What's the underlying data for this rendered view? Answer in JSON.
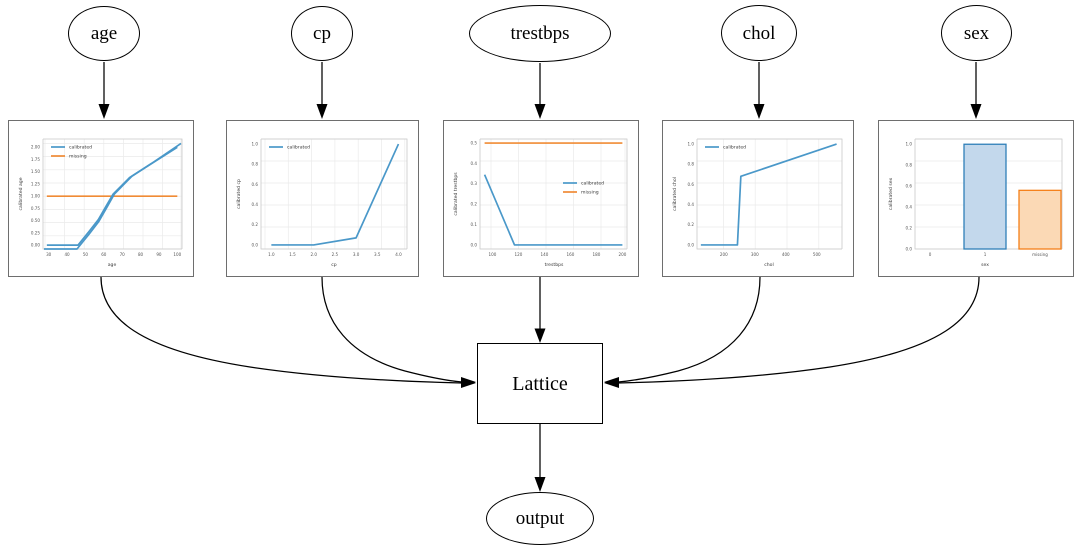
{
  "graph": {
    "input_nodes": [
      {
        "id": "age",
        "label": "age"
      },
      {
        "id": "cp",
        "label": "cp"
      },
      {
        "id": "trestbps",
        "label": "trestbps"
      },
      {
        "id": "chol",
        "label": "chol"
      },
      {
        "id": "sex",
        "label": "sex"
      }
    ],
    "lattice_node": {
      "label": "Lattice"
    },
    "output_node": {
      "label": "output"
    }
  },
  "colors": {
    "calibrated": "#4a98c9",
    "missing": "#f08b35",
    "bar_blue_fill": "#c3d8ec",
    "bar_blue_stroke": "#2f7fb8",
    "bar_orange_fill": "#fbd9b5",
    "bar_orange_stroke": "#f57f18",
    "panel_border": "#6e6e6e",
    "edge": "#000000"
  },
  "chart_data": [
    {
      "id": "age",
      "type": "line",
      "title": "",
      "xlabel": "age",
      "ylabel": "calibrated age",
      "xlim": [
        28,
        102
      ],
      "ylim": [
        -0.08,
        2.08
      ],
      "xticks": [
        30,
        40,
        50,
        60,
        70,
        80,
        90,
        100
      ],
      "yticks": [
        0.0,
        0.25,
        0.5,
        0.75,
        1.0,
        1.25,
        1.5,
        1.75,
        2.0
      ],
      "ytick_labels": [
        "0.00",
        "0.25",
        "0.50",
        "0.75",
        "1.00",
        "1.25",
        "1.50",
        "1.75",
        "2.00"
      ],
      "grid": true,
      "legend_position": "upper left",
      "series": [
        {
          "name": "calibrated",
          "color": "#4a98c9",
          "x": [
            29,
            46,
            52,
            57,
            61,
            65,
            74,
            84,
            100
          ],
          "y": [
            0.0,
            0.0,
            0.28,
            0.52,
            0.78,
            1.04,
            1.38,
            1.62,
            2.0
          ]
        },
        {
          "name": "missing",
          "color": "#f08b35",
          "x": [
            29,
            100
          ],
          "y": [
            1.0,
            1.0
          ]
        }
      ]
    },
    {
      "id": "cp",
      "type": "line",
      "title": "",
      "xlabel": "cp",
      "ylabel": "calibrated cp",
      "xlim": [
        0.85,
        4.15
      ],
      "ylim": [
        -0.04,
        1.05
      ],
      "xticks": [
        1.0,
        1.5,
        2.0,
        2.5,
        3.0,
        3.5,
        4.0
      ],
      "xtick_labels": [
        "1.0",
        "1.5",
        "2.0",
        "2.5",
        "3.0",
        "3.5",
        "4.0"
      ],
      "yticks": [
        0.0,
        0.2,
        0.4,
        0.6,
        0.8,
        1.0
      ],
      "ytick_labels": [
        "0.0",
        "0.2",
        "0.4",
        "0.6",
        "0.8",
        "1.0"
      ],
      "grid": true,
      "legend_position": "upper left",
      "series": [
        {
          "name": "calibrated",
          "color": "#4a98c9",
          "x": [
            1.0,
            2.0,
            3.0,
            4.0
          ],
          "y": [
            0.0,
            0.0,
            0.07,
            1.0
          ]
        }
      ]
    },
    {
      "id": "trestbps",
      "type": "line",
      "title": "",
      "xlabel": "trestbps",
      "ylabel": "calibrated trestbps",
      "xlim": [
        92,
        202
      ],
      "ylim": [
        -0.02,
        0.52
      ],
      "xticks": [
        100,
        120,
        140,
        160,
        180,
        200
      ],
      "yticks": [
        0.0,
        0.1,
        0.2,
        0.3,
        0.4,
        0.5
      ],
      "ytick_labels": [
        "0.0",
        "0.1",
        "0.2",
        "0.3",
        "0.4",
        "0.5"
      ],
      "grid": true,
      "legend_position": "center right",
      "series": [
        {
          "name": "calibrated",
          "color": "#4a98c9",
          "x": [
            94,
            117,
            200
          ],
          "y": [
            0.345,
            0.0,
            0.0
          ]
        },
        {
          "name": "missing",
          "color": "#f08b35",
          "x": [
            94,
            200
          ],
          "y": [
            0.5,
            0.5
          ]
        }
      ]
    },
    {
      "id": "chol",
      "type": "line",
      "title": "",
      "xlabel": "chol",
      "ylabel": "calibrated chol",
      "xlim": [
        120,
        575
      ],
      "ylim": [
        -0.04,
        1.05
      ],
      "xticks": [
        200,
        300,
        400,
        500
      ],
      "yticks": [
        0.0,
        0.2,
        0.4,
        0.6,
        0.8,
        1.0
      ],
      "ytick_labels": [
        "0.0",
        "0.2",
        "0.4",
        "0.6",
        "0.8",
        "1.0"
      ],
      "grid": true,
      "legend_position": "upper left",
      "series": [
        {
          "name": "calibrated",
          "color": "#4a98c9",
          "x": [
            126,
            244,
            255,
            564
          ],
          "y": [
            0.0,
            0.0,
            0.68,
            1.0
          ]
        }
      ]
    },
    {
      "id": "sex",
      "type": "bar",
      "title": "",
      "xlabel": "sex",
      "ylabel": "calibrated sex",
      "categories": [
        "0",
        "1",
        "missing"
      ],
      "values": [
        0.0,
        1.0,
        0.56
      ],
      "bar_colors": [
        "#c3d8ec",
        "#c3d8ec",
        "#fbd9b5"
      ],
      "ylim": [
        0.0,
        1.05
      ],
      "yticks": [
        0.0,
        0.2,
        0.4,
        0.6,
        0.8,
        1.0
      ],
      "ytick_labels": [
        "0.0",
        "0.2",
        "0.4",
        "0.6",
        "0.8",
        "1.0"
      ],
      "grid": true,
      "legend_position": "none"
    }
  ]
}
